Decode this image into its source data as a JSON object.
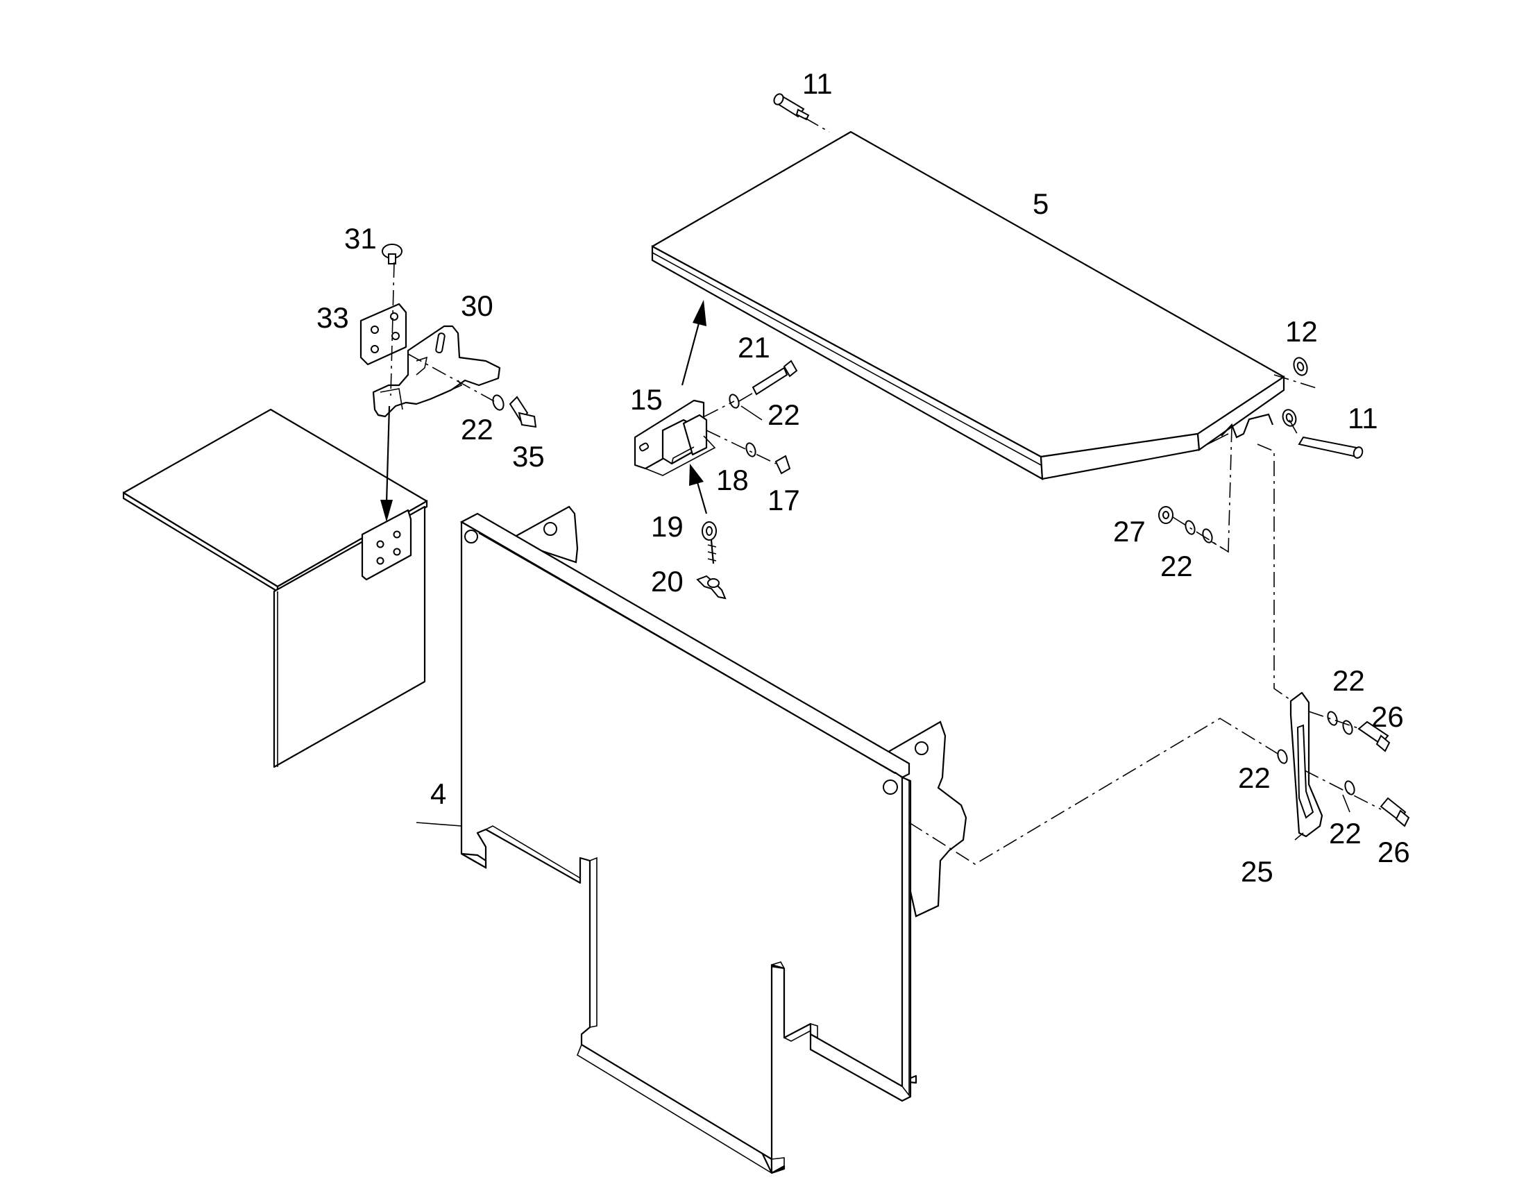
{
  "diagram": {
    "labels": {
      "l11a": "11",
      "l5": "5",
      "l31": "31",
      "l33": "33",
      "l30": "30",
      "l21": "21",
      "l12": "12",
      "l15": "15",
      "l22a": "22",
      "l11b": "11",
      "l22b": "22",
      "l35": "35",
      "l18": "18",
      "l17": "17",
      "l19": "19",
      "l27": "27",
      "l22c": "22",
      "l20": "20",
      "l22d": "22",
      "l26a": "26",
      "l4": "4",
      "l22e": "22",
      "l22f": "22",
      "l26b": "26",
      "l25": "25"
    }
  }
}
